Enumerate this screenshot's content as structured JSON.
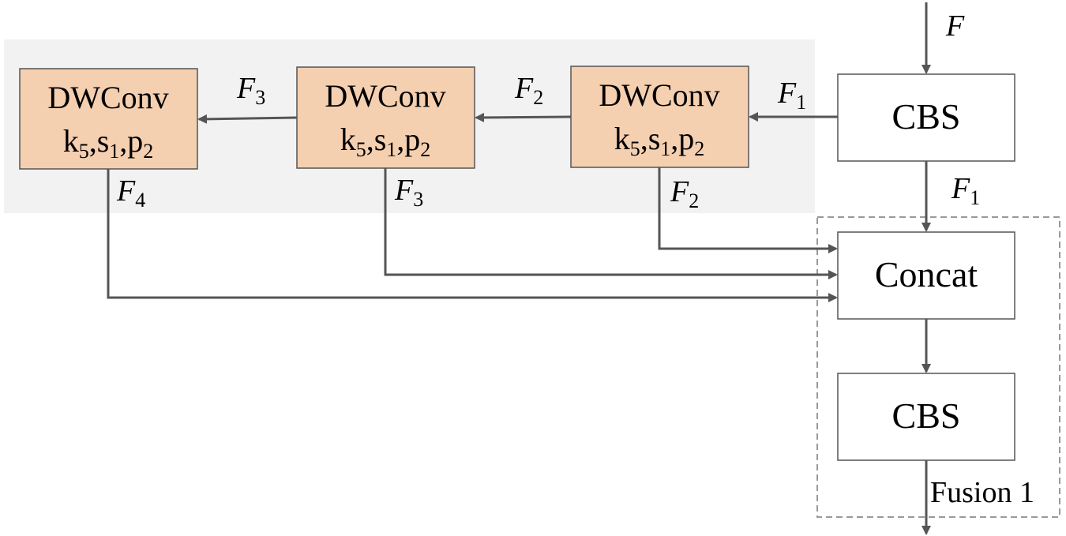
{
  "input": {
    "symbol": "F"
  },
  "cbs_top": {
    "label": "CBS"
  },
  "concat": {
    "label": "Concat"
  },
  "cbs_bottom": {
    "label": "CBS"
  },
  "fusion": {
    "label": "Fusion 1"
  },
  "dwconv": [
    {
      "title": "DWConv",
      "k": "k",
      "k_sub": "5",
      "s": "s",
      "s_sub": "1",
      "p": "p",
      "p_sub": "2",
      "sep": ","
    },
    {
      "title": "DWConv",
      "k": "k",
      "k_sub": "5",
      "s": "s",
      "s_sub": "1",
      "p": "p",
      "p_sub": "2",
      "sep": ","
    },
    {
      "title": "DWConv",
      "k": "k",
      "k_sub": "5",
      "s": "s",
      "s_sub": "1",
      "p": "p",
      "p_sub": "2",
      "sep": ","
    }
  ],
  "edge_labels": [
    {
      "base": "F",
      "sub": "1"
    },
    {
      "base": "F",
      "sub": "2"
    },
    {
      "base": "F",
      "sub": "3"
    },
    {
      "base": "F",
      "sub": "1"
    },
    {
      "base": "F",
      "sub": "2"
    },
    {
      "base": "F",
      "sub": "3"
    },
    {
      "base": "F",
      "sub": "4"
    }
  ],
  "colors": {
    "dwconv_fill": "#f4cfb0",
    "group_background": "#f2f2f2",
    "arrow": "#555555",
    "box_border": "#555555"
  }
}
